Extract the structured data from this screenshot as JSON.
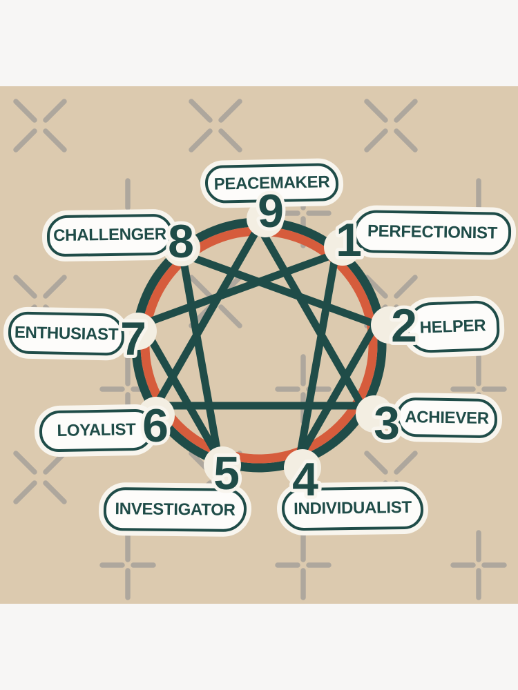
{
  "artwork": {
    "kind": "enneagram-personality-diagram",
    "types": [
      {
        "number": "9",
        "name": "PEACEMAKER"
      },
      {
        "number": "1",
        "name": "PERFECTIONIST"
      },
      {
        "number": "2",
        "name": "HELPER"
      },
      {
        "number": "3",
        "name": "ACHIEVER"
      },
      {
        "number": "4",
        "name": "INDIVIDUALIST"
      },
      {
        "number": "5",
        "name": "INVESTIGATOR"
      },
      {
        "number": "6",
        "name": "LOYALIST"
      },
      {
        "number": "7",
        "name": "ENTHUSIAST"
      },
      {
        "number": "8",
        "name": "CHALLENGER"
      }
    ],
    "connections": [
      "9-3",
      "3-6",
      "6-9",
      "1-4",
      "4-2",
      "2-8",
      "8-5",
      "5-7",
      "7-1"
    ],
    "colors": {
      "canvas_background": "#dccaaf",
      "page_margin": "#f7f6f5",
      "ring_outer_teal": "#1f4c48",
      "ring_inner_orange": "#d65c3c",
      "line_teal": "#1f4c48",
      "label_fill": "#fdfcfa",
      "label_text": "#1f4c48",
      "sticker_halo": "#f8f5ee",
      "point_circle": "#f3eee2",
      "watermark_gray": "#a6a19a"
    }
  }
}
